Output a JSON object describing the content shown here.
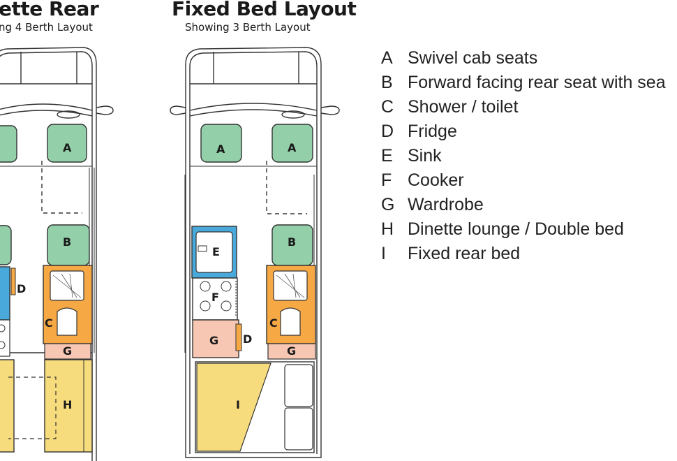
{
  "left_plan": {
    "title": "ette Rear",
    "subtitle": "ng 4 Berth Layout"
  },
  "right_plan": {
    "title": "Fixed Bed Layout",
    "subtitle": "Showing 3 Berth Layout"
  },
  "labels": {
    "A": "A",
    "B": "B",
    "C": "C",
    "D": "D",
    "E": "E",
    "F": "F",
    "G": "G",
    "H": "H",
    "I": "I"
  },
  "legend": [
    {
      "key": "A",
      "text": "Swivel cab seats"
    },
    {
      "key": "B",
      "text": "Forward facing rear seat with sea"
    },
    {
      "key": "C",
      "text": "Shower / toilet"
    },
    {
      "key": "D",
      "text": "Fridge"
    },
    {
      "key": "E",
      "text": "Sink"
    },
    {
      "key": "F",
      "text": "Cooker"
    },
    {
      "key": "G",
      "text": "Wardrobe"
    },
    {
      "key": "H",
      "text": "Dinette lounge / Double bed"
    },
    {
      "key": "I",
      "text": "Fixed rear bed"
    }
  ],
  "colors": {
    "seat": "#93cfa8",
    "kitchen": "#4aa9db",
    "shower": "#f5a844",
    "wardrobe": "#f7c7b3",
    "bed": "#f7dc7e",
    "outline": "#333333"
  }
}
